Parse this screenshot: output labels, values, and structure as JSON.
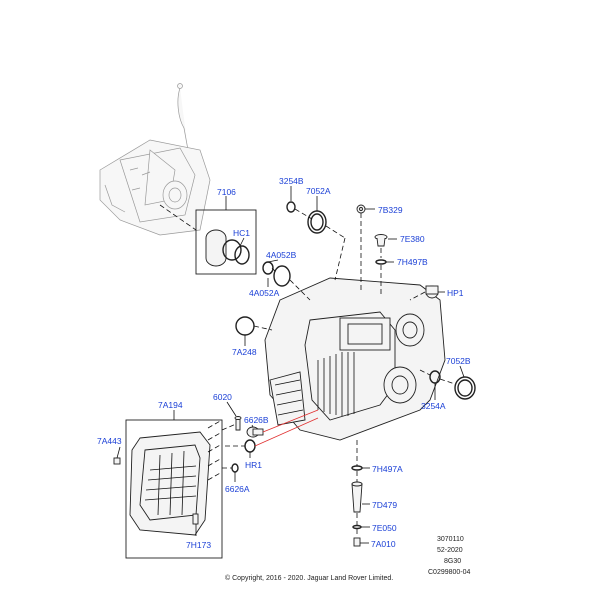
{
  "callouts": {
    "c7106": "7106",
    "cHC1": "HC1",
    "c3254B": "3254B",
    "c7052A": "7052A",
    "c7B329": "7B329",
    "c7E380": "7E380",
    "c7H497B": "7H497B",
    "c4A052B": "4A052B",
    "c4A052A": "4A052A",
    "cHP1": "HP1",
    "c7A248": "7A248",
    "c7052B": "7052B",
    "c3254A": "3254A",
    "c7A194": "7A194",
    "c6020": "6020",
    "c7A443": "7A443",
    "c6626B": "6626B",
    "cHR1": "HR1",
    "c6626A": "6626A",
    "c7H497A": "7H497A",
    "c7D479": "7D479",
    "c7E050": "7E050",
    "c7A010": "7A010",
    "c7H173": "7H173"
  },
  "meta": {
    "ref1": "3070110",
    "ref2": "52-2020",
    "ref3": "8G30",
    "ref4": "C0299800-04",
    "copyright": "© Copyright, 2016 - 2020. Jaguar Land Rover Limited."
  },
  "colors": {
    "callout": "#1a3fd6",
    "leader": "#111111",
    "highlight_line": "#e03030"
  }
}
